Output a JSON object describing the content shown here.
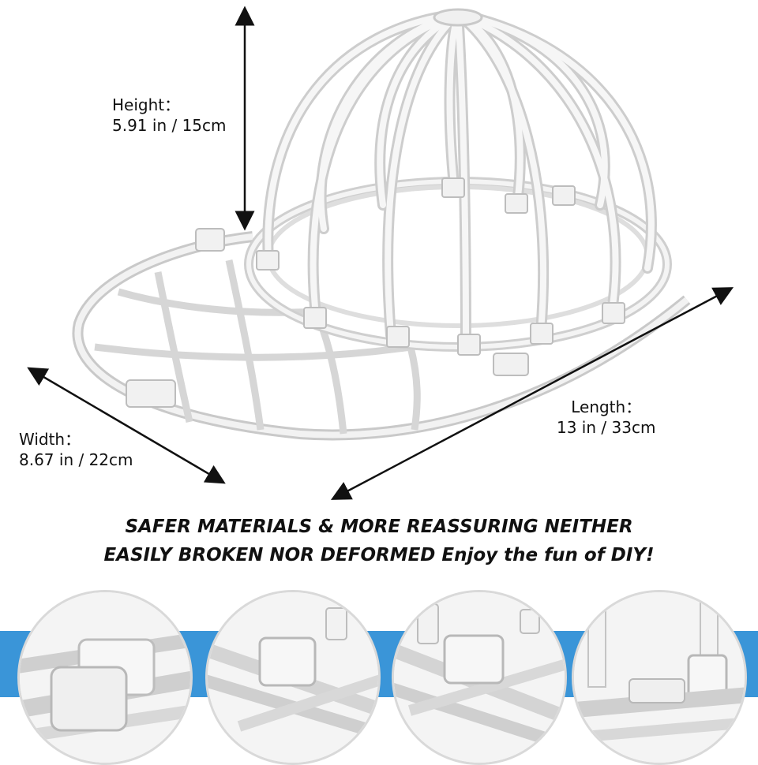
{
  "dimensions": {
    "height": {
      "label": "Height：",
      "value": "5.91 in / 15cm"
    },
    "width": {
      "label": "Width：",
      "value": "8.67 in / 22cm"
    },
    "length": {
      "label": "Length：",
      "value": "13 in / 33cm"
    }
  },
  "headline": {
    "line1": "SAFER MATERIALS & MORE REASSURING NEITHER",
    "line2": "EASILY BROKEN NOR DEFORMED Enjoy the fun of DIY!"
  },
  "colors": {
    "accent_band": "#3a95d8",
    "product": "#f3f3f3",
    "product_edge": "#c8c8c8"
  },
  "detail_views": [
    {
      "name": "detail-clip-front"
    },
    {
      "name": "detail-connector-left"
    },
    {
      "name": "detail-connector-right"
    },
    {
      "name": "detail-rib-joint"
    }
  ]
}
